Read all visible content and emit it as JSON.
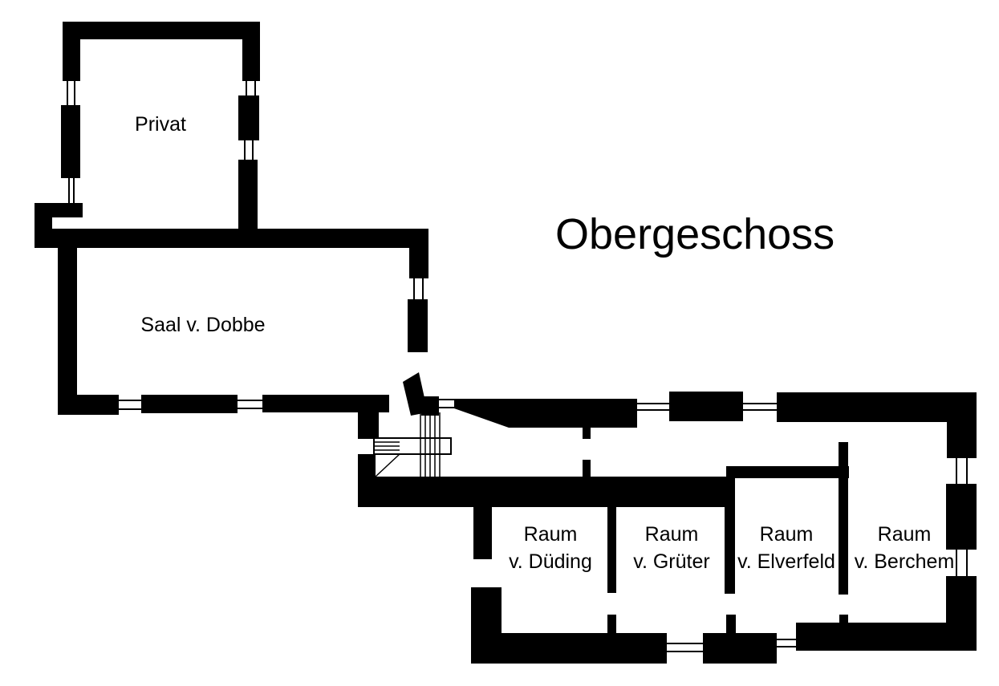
{
  "title": "Obergeschoss",
  "rooms": {
    "privat": {
      "label": "Privat"
    },
    "saal": {
      "label": "Saal v. Dobbe"
    },
    "dueding": {
      "line1": "Raum",
      "line2": "v. Düding"
    },
    "grueter": {
      "line1": "Raum",
      "line2": "v. Grüter"
    },
    "elverfeld": {
      "line1": "Raum",
      "line2": "v. Elverfeld"
    },
    "berchem": {
      "line1": "Raum",
      "line2": "v. Berchem"
    }
  },
  "colors": {
    "wall": "#000000",
    "background": "#ffffff"
  }
}
